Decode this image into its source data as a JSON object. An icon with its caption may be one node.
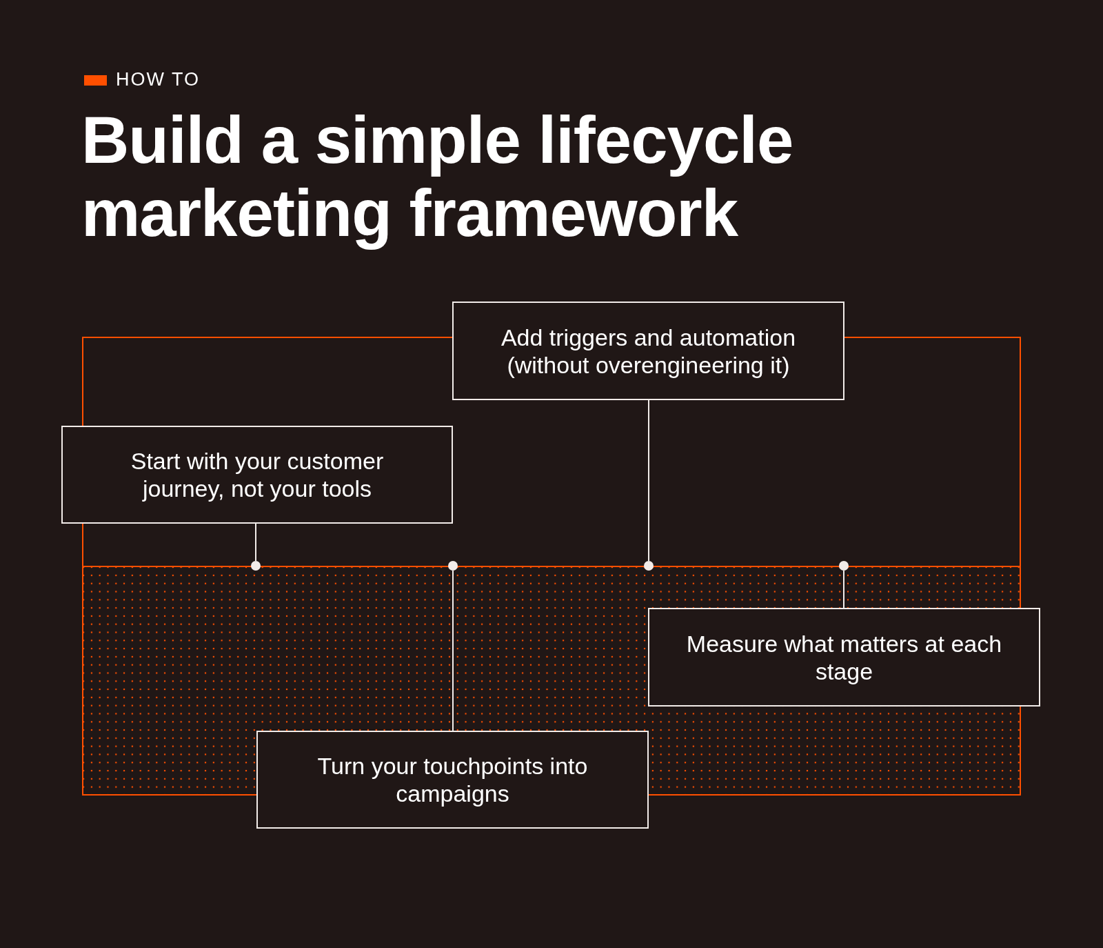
{
  "diagram": {
    "title": "Build a simple lifecycle marketing framework",
    "nodes": [
      {
        "text": [
          "Add triggers and automation (without overengineering it)"
        ]
      },
      {
        "text": [
          "Start with your customer journey, not your tools"
        ]
      },
      {
        "text": [
          "Measure what matters at each stage"
        ]
      },
      {
        "text": [
          "Turn your touchpoints into campaigns"
        ]
      },
      {
        "text": [],
        "shape": "circle"
      },
      {
        "text": [],
        "shape": "circle"
      },
      {
        "text": [],
        "shape": "circle"
      },
      {
        "text": [],
        "shape": "circle"
      }
    ],
    "edges": [
      {
        "from": 1,
        "to": 4,
        "arrow": "none"
      },
      {
        "from": 5,
        "to": 3,
        "arrow": "none"
      },
      {
        "from": 0,
        "to": 6,
        "arrow": "none"
      },
      {
        "from": 7,
        "to": 2,
        "arrow": "none"
      }
    ],
    "labels": [
      "HOW TO"
    ]
  }
}
